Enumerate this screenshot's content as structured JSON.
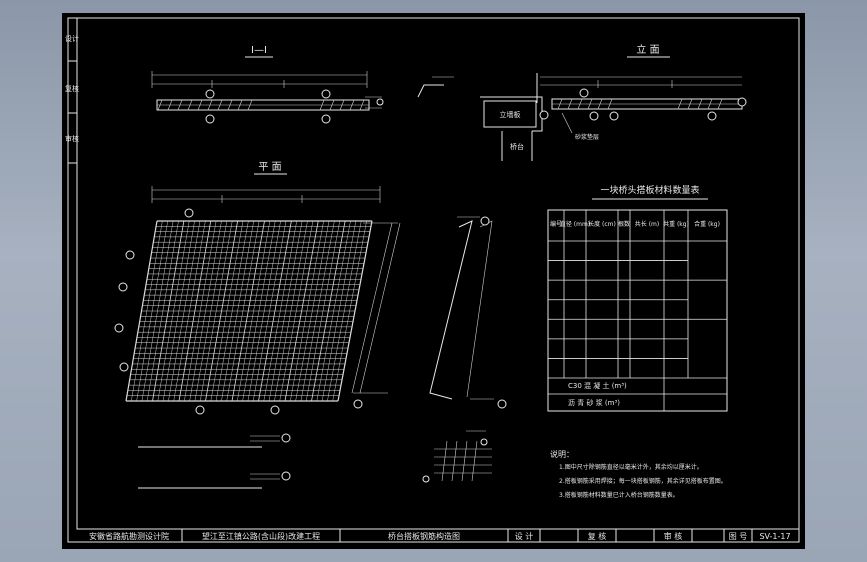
{
  "sheet": {
    "side_labels": [
      "设计",
      "复核",
      "审核"
    ],
    "section_title": "Ⅰ—Ⅰ",
    "elevation_title": "立 面",
    "plan_title": "平 面",
    "elevation_notes": [
      "立墙板",
      "桥台",
      "砂浆垫层"
    ],
    "table": {
      "title": "一块桥头搭板材料数量表",
      "headers": [
        "编号",
        "直径\n(mm)",
        "长度\n(cm)",
        "根数",
        "共长\n(m)",
        "共重\n(kg)",
        "合重\n(kg)"
      ],
      "rows": 7,
      "footer": [
        {
          "label": "C30 混 凝 土  (m³)",
          "value": ""
        },
        {
          "label": "沥 青 砂 浆  (m³)",
          "value": ""
        }
      ]
    },
    "notes_title": "说明：",
    "notes": [
      "1.图中尺寸除钢筋直径以毫米计外，其余均以厘米计。",
      "2.搭板钢筋采用焊接；每一块搭板钢筋，其余详见搭板布置图。",
      "3.搭板钢筋材料数量已计入桥台钢筋数量表。"
    ]
  },
  "title_block": {
    "company": "安徽省路航勘测设计院",
    "project": "望江至江镇公路(含山段)改建工程",
    "drawing_name": "桥台搭板钢筋构造图",
    "design_label": "设 计",
    "review_label": "复 核",
    "approve_label": "审 核",
    "number_label": "图 号",
    "number": "SV-1-17"
  }
}
